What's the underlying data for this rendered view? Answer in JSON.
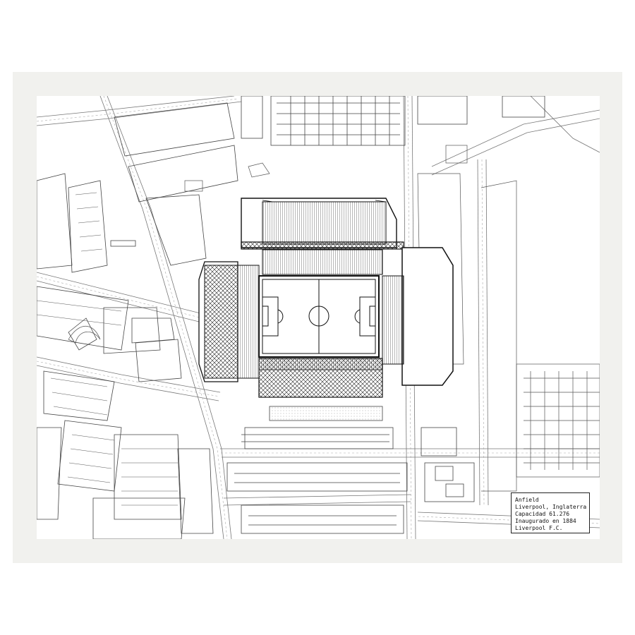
{
  "legend": {
    "name": "Anfield",
    "location": "Liverpool, Inglaterra",
    "capacity": "Capacidad 61.276",
    "opened": "Inaugurado en 1884",
    "club": "Liverpool F.C."
  },
  "colors": {
    "frame": "#f1f1ee",
    "paper": "#ffffff",
    "ink": "#111111",
    "line": "#555555"
  }
}
